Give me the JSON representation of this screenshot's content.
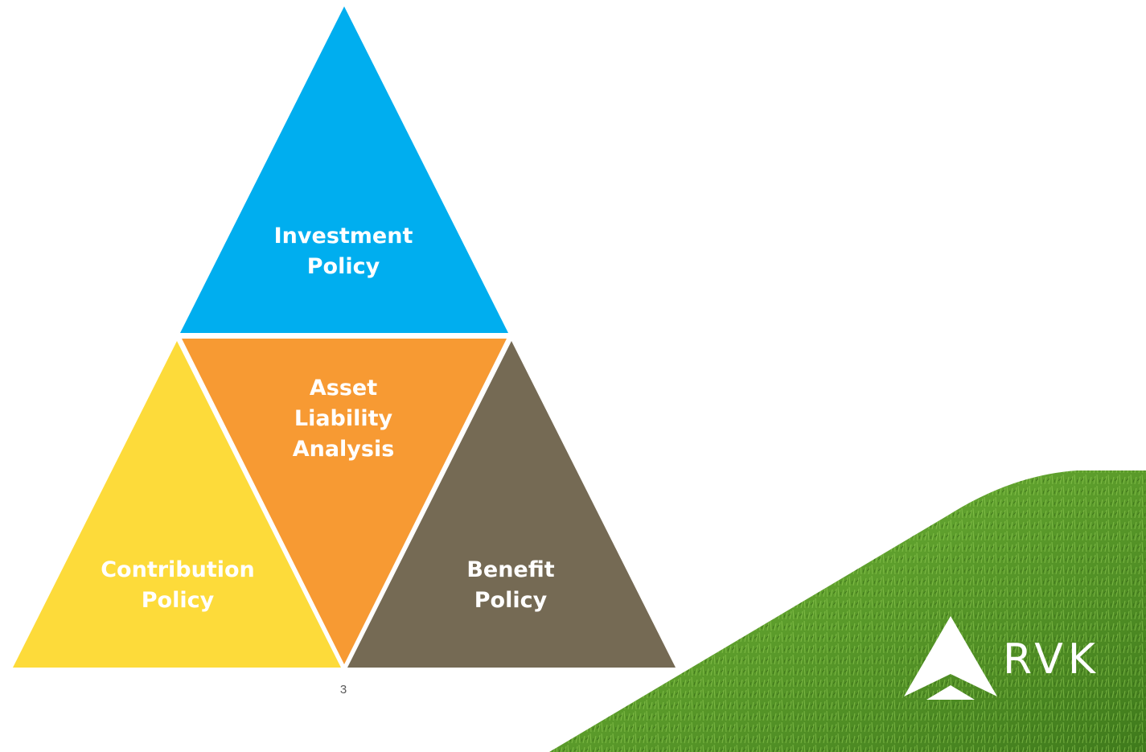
{
  "diagram": {
    "top": {
      "lines": [
        "Investment",
        "Policy"
      ],
      "color": "#00AEEF"
    },
    "center": {
      "lines": [
        "Asset",
        "Liability",
        "Analysis"
      ],
      "color": "#F79A33"
    },
    "left": {
      "lines": [
        "Contribution",
        "Policy"
      ],
      "color": "#FDDB3A"
    },
    "right": {
      "lines": [
        "Benefit",
        "Policy"
      ],
      "color": "#756A54"
    }
  },
  "footer": {
    "page_number": "3"
  },
  "brand": {
    "name": "RVK",
    "grass_color": "#5E9A2C"
  }
}
